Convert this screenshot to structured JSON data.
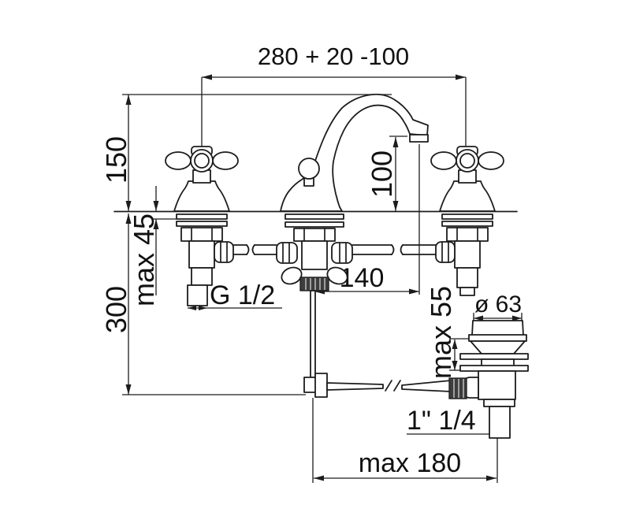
{
  "drawing": {
    "type": "technical-dimension-drawing",
    "subject": "3-hole basin mixer faucet with cross handles and pop-up waste",
    "line_color": "#1c1c1c",
    "background_color": "#ffffff"
  },
  "dimensions": {
    "hole_spacing": "280 + 20 -100",
    "spout_height": "150",
    "max_deck_thickness": "max 45",
    "inlet_length": "300",
    "outlet_height": "100",
    "outlet_reach": "140",
    "inlet_thread": "G 1/2",
    "drain_clamp": "max 55",
    "drain_diameter": "ø 63",
    "drain_thread": "1\" 1/4",
    "rod_reach": "max 180"
  }
}
